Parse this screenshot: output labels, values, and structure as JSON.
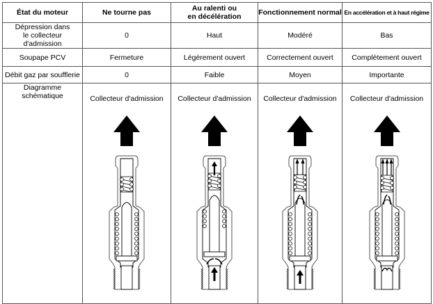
{
  "table": {
    "headers": [
      "État du moteur",
      "Ne tourne pas",
      "Au ralenti ou en décélération",
      "Fonctionnement normal",
      "En accélération et à haut régime"
    ],
    "header_lines": {
      "col2": [
        "Au ralenti ou",
        "en décélération"
      ]
    },
    "rows": [
      {
        "label_lines": [
          "Dépression dans",
          "le collecteur d'admission"
        ],
        "values": [
          "0",
          "Haut",
          "Modéré",
          "Bas"
        ]
      },
      {
        "label": "Soupape PCV",
        "values": [
          "Fermeture",
          "Légèrement ouvert",
          "Correctement ouvert",
          "Complètement ouvert"
        ]
      },
      {
        "label": "Débit gaz par soufflerie",
        "values": [
          "0",
          "Faible",
          "Moyen",
          "Importante"
        ]
      }
    ],
    "diagram_row": {
      "label_lines": [
        "Diagramme",
        "schématique"
      ],
      "caption": "Collecteur d'admission",
      "states": [
        {
          "state": "closed",
          "flow_arrows": 0,
          "icon": "pcv-valve-closed-icon"
        },
        {
          "state": "slightly-open",
          "flow_arrows": 1,
          "icon": "pcv-valve-slightly-open-icon"
        },
        {
          "state": "open",
          "flow_arrows": 2,
          "icon": "pcv-valve-open-icon"
        },
        {
          "state": "fully-open",
          "flow_arrows": 3,
          "icon": "pcv-valve-fully-open-icon"
        }
      ]
    }
  }
}
